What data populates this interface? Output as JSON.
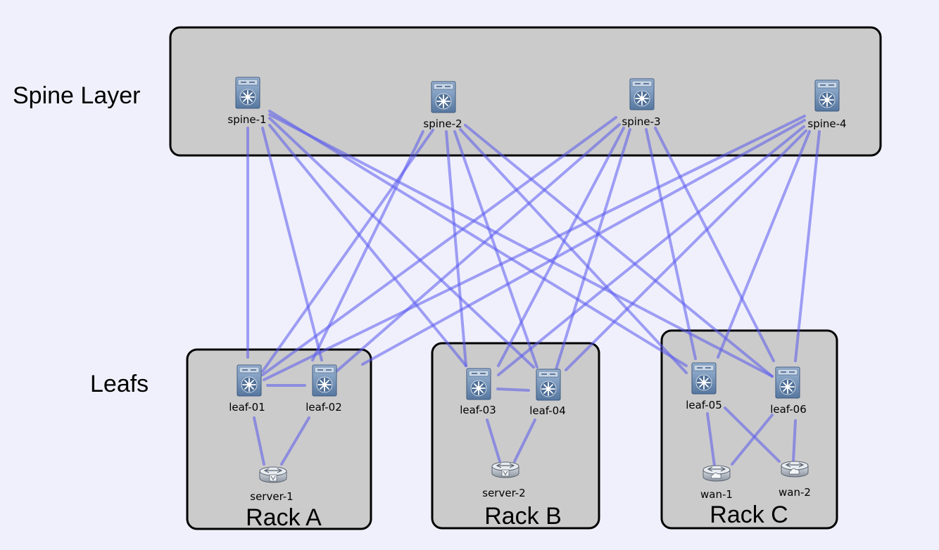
{
  "layers": {
    "spine": "Spine Layer",
    "leafs": "Leafs"
  },
  "racks": {
    "a": "Rack A",
    "b": "Rack B",
    "c": "Rack C"
  },
  "nodes": {
    "spine1": "spine-1",
    "spine2": "spine-2",
    "spine3": "spine-3",
    "spine4": "spine-4",
    "leaf01": "leaf-01",
    "leaf02": "leaf-02",
    "leaf03": "leaf-03",
    "leaf04": "leaf-04",
    "leaf05": "leaf-05",
    "leaf06": "leaf-06",
    "server1": "server-1",
    "server2": "server-2",
    "wan1": "wan-1",
    "wan2": "wan-2"
  },
  "colors": {
    "background": "#f0f0fc",
    "container": "#cbcbcb",
    "link": "#5a5aee",
    "switch": "#6f8fb6"
  },
  "icons": {
    "spine": "layer3-switch-icon",
    "leaf": "layer3-switch-icon",
    "server": "router-icon",
    "wan": "cloud-router-icon"
  }
}
